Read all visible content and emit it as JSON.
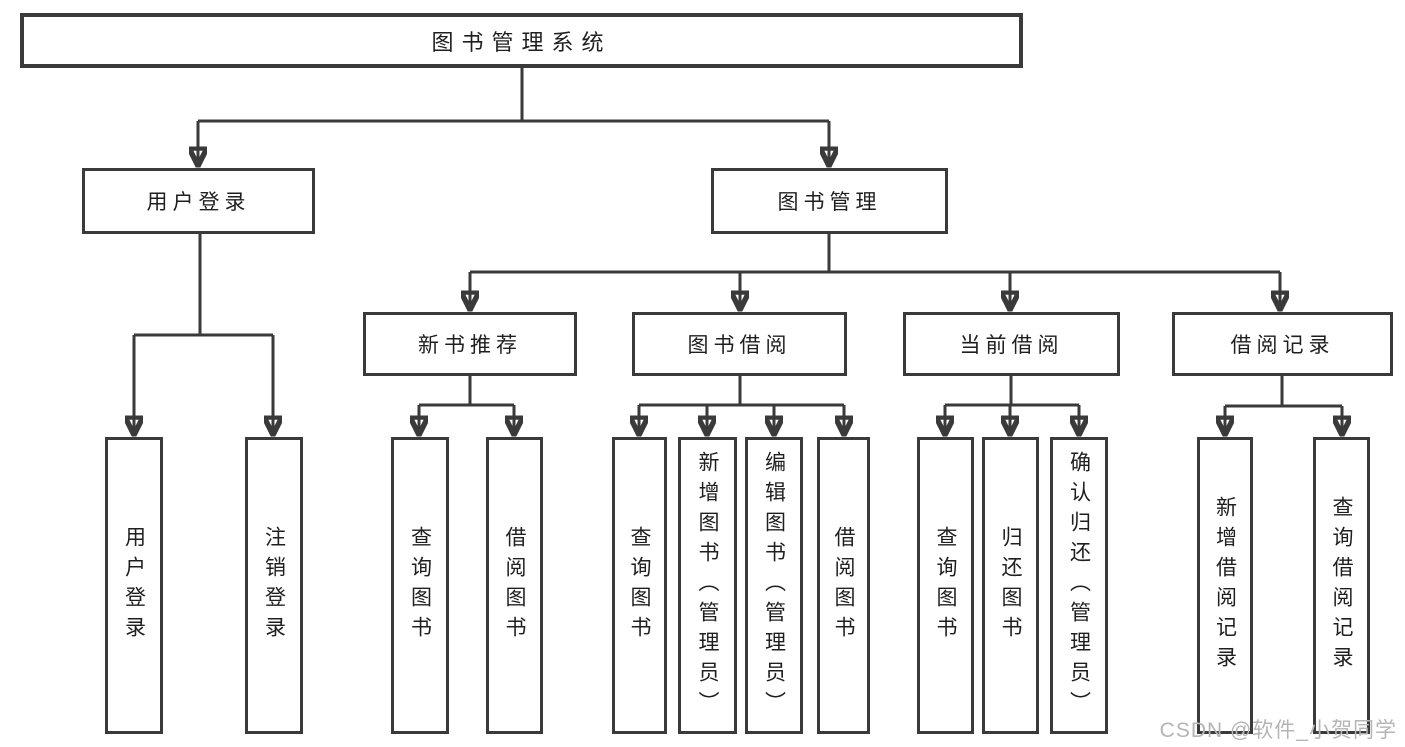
{
  "tree": {
    "label": "图书管理系统",
    "children": [
      {
        "label": "用户登录",
        "children": [
          {
            "label": "用户登录"
          },
          {
            "label": "注销登录"
          }
        ]
      },
      {
        "label": "图书管理",
        "children": [
          {
            "label": "新书推荐",
            "children": [
              {
                "label": "查询图书"
              },
              {
                "label": "借阅图书"
              }
            ]
          },
          {
            "label": "图书借阅",
            "children": [
              {
                "label": "查询图书"
              },
              {
                "label": "新增图书（管理员）"
              },
              {
                "label": "编辑图书（管理员）"
              },
              {
                "label": "借阅图书"
              }
            ]
          },
          {
            "label": "当前借阅",
            "children": [
              {
                "label": "查询图书"
              },
              {
                "label": "归还图书"
              },
              {
                "label": "确认归还（管理员）"
              }
            ]
          },
          {
            "label": "借阅记录",
            "children": [
              {
                "label": "新增借阅记录"
              },
              {
                "label": "查询借阅记录"
              }
            ]
          }
        ]
      }
    ]
  },
  "watermark": {
    "text": "CSDN @软件_小贺同学"
  },
  "colors": {
    "line": "#3a3a3a",
    "text": "#1f1f1f",
    "wm": "#b5b5b5",
    "bg": "#ffffff"
  }
}
